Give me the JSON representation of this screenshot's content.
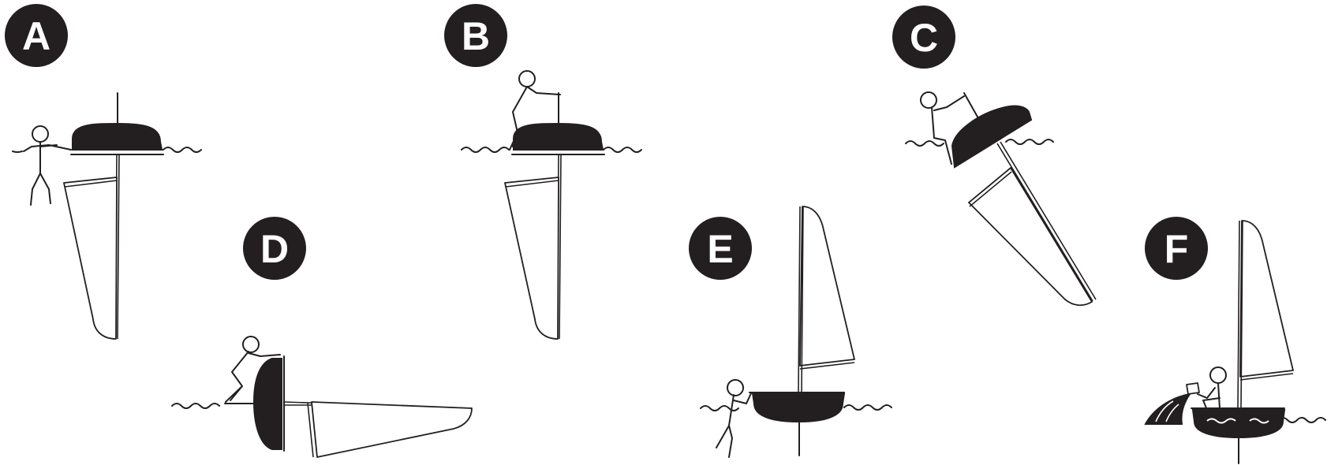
{
  "steps": [
    {
      "id": "A",
      "label": "A"
    },
    {
      "id": "B",
      "label": "B"
    },
    {
      "id": "C",
      "label": "C"
    },
    {
      "id": "D",
      "label": "D"
    },
    {
      "id": "E",
      "label": "E"
    },
    {
      "id": "F",
      "label": "F"
    }
  ],
  "colors": {
    "ink": "#231f20",
    "background": "#ffffff"
  }
}
